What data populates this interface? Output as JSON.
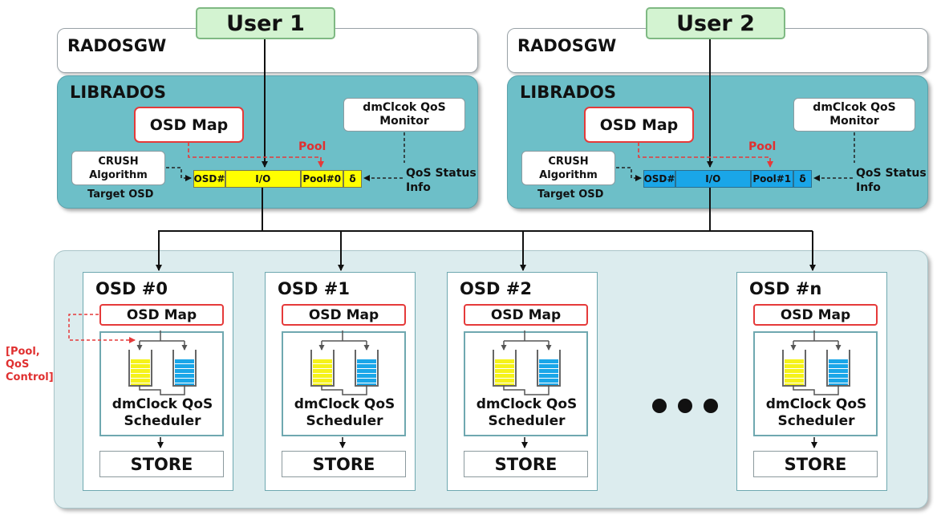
{
  "users": [
    {
      "label": "User 1",
      "radosgw": "RADOSGW",
      "librados": "LIBRADOS",
      "osd_map": "OSD Map",
      "qos_monitor": "dmClcok QoS Monitor",
      "crush": "CRUSH Algorithm",
      "target_osd": "Target OSD",
      "pool_label": "Pool",
      "status": "QoS Status Info",
      "request": {
        "osd": "OSD#",
        "io": "I/O",
        "pool": "Pool#0",
        "delta": "δ"
      },
      "request_color": "#ffff00"
    },
    {
      "label": "User 2",
      "radosgw": "RADOSGW",
      "librados": "LIBRADOS",
      "osd_map": "OSD Map",
      "qos_monitor": "dmClcok QoS Monitor",
      "crush": "CRUSH Algorithm",
      "target_osd": "Target OSD",
      "pool_label": "Pool",
      "status": "QoS Status Info",
      "request": {
        "osd": "OSD#",
        "io": "I/O",
        "pool": "Pool#1",
        "delta": "δ"
      },
      "request_color": "#1aa6e8"
    }
  ],
  "osds": [
    {
      "title": "OSD #0",
      "osd_map": "OSD Map",
      "scheduler": "dmClock QoS Scheduler",
      "store": "STORE"
    },
    {
      "title": "OSD #1",
      "osd_map": "OSD Map",
      "scheduler": "dmClock QoS Scheduler",
      "store": "STORE"
    },
    {
      "title": "OSD #2",
      "osd_map": "OSD Map",
      "scheduler": "dmClock QoS Scheduler",
      "store": "STORE"
    },
    {
      "title": "OSD #n",
      "osd_map": "OSD Map",
      "scheduler": "dmClock QoS Scheduler",
      "store": "STORE"
    }
  ],
  "pool_qos_control": "[Pool, QoS Control]",
  "colors": {
    "queue_yellow": "#f5f21a",
    "queue_blue": "#1aa6e8",
    "accent_red": "#e53a3a",
    "librados_teal": "#6dbfc8"
  }
}
